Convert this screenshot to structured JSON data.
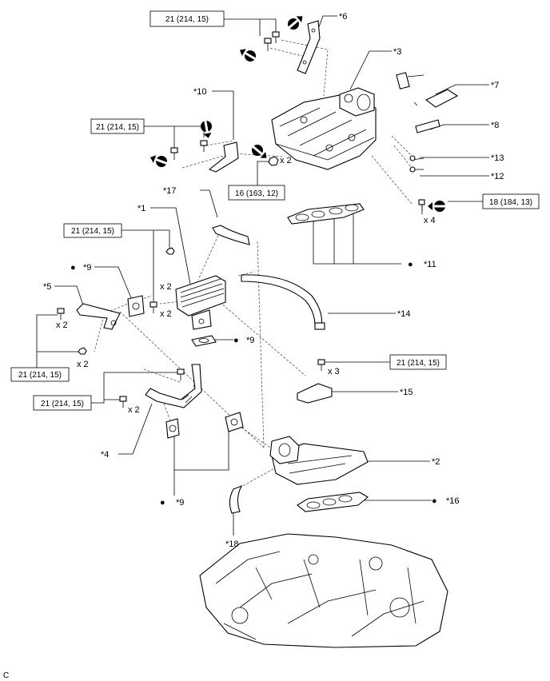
{
  "figure_code": "C",
  "bullet": "●",
  "callouts": {
    "c1": "*1",
    "c2": "*2",
    "c3": "*3",
    "c4": "*4",
    "c5": "*5",
    "c6": "*6",
    "c7": "*7",
    "c8": "*8",
    "c9": "*9",
    "c10": "*10",
    "c11": "*11",
    "c12": "*12",
    "c13": "*13",
    "c14": "*14",
    "c15": "*15",
    "c16": "*16",
    "c17": "*17",
    "c18": "*18"
  },
  "torques": {
    "t21": "21 (214, 15)",
    "t16": "16 (163, 12)",
    "t18": "18 (184, 13)"
  },
  "quantities": {
    "x2": "x 2",
    "x3": "x 3",
    "x4": "x 4"
  },
  "icons": [
    "no-reuse-icon",
    "bolt-icon",
    "nut-icon",
    "gasket-icon",
    "engine-block"
  ]
}
